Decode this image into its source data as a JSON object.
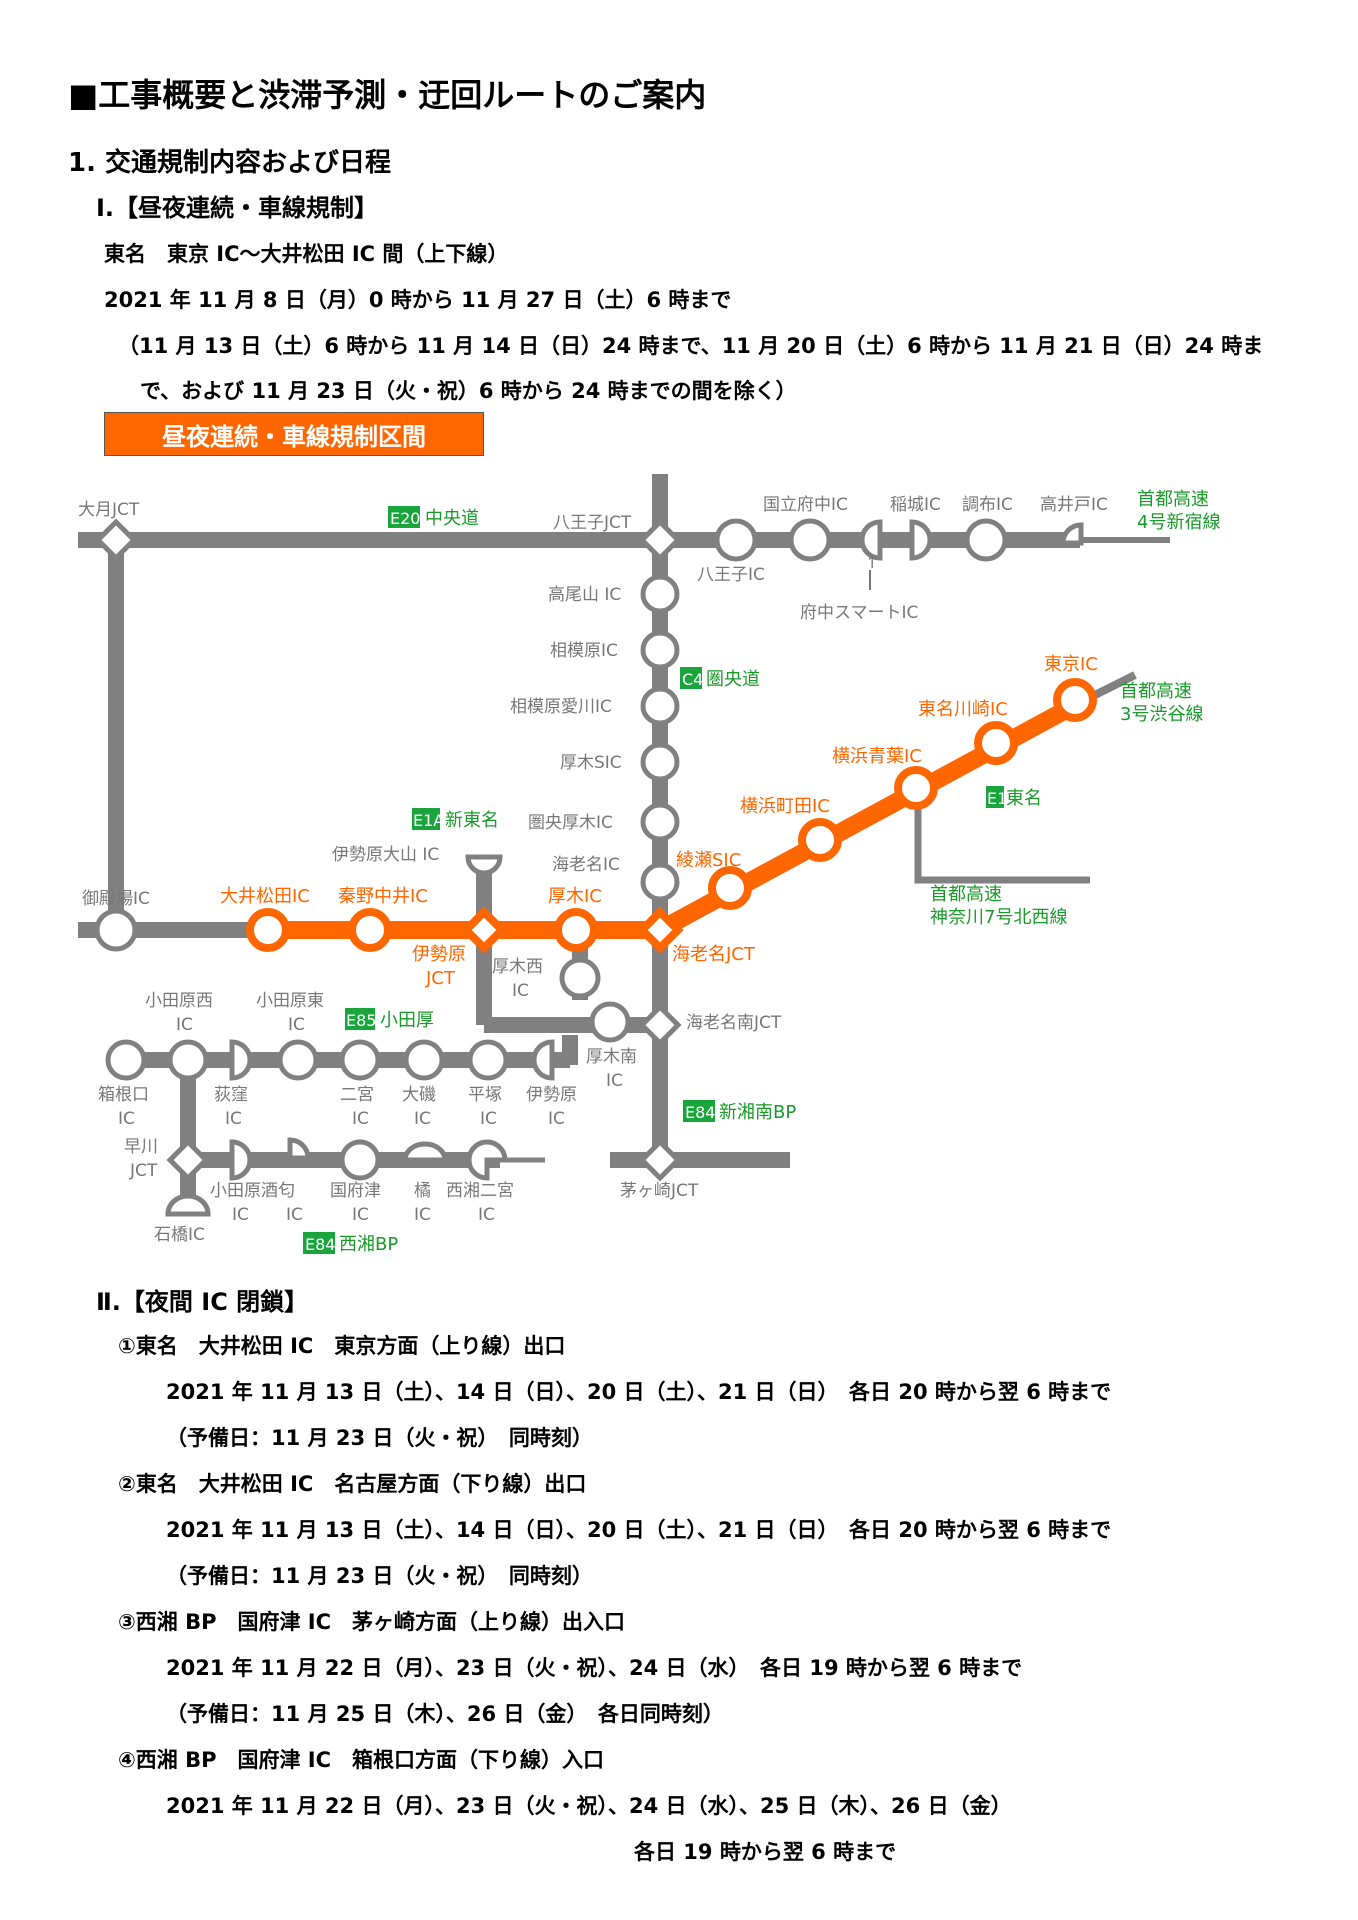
{
  "title": "■工事概要と渋滞予測・迂回ルートのご案内",
  "section1": {
    "heading": "1. 交通規制内容および日程",
    "part1": {
      "heading": "Ⅰ.【昼夜連続・車線規制】",
      "route": "東名　東京 IC～大井松田 IC 間（上下線）",
      "period": "2021 年 11 月 8 日（月）0 時から 11 月 27 日（土）6 時まで",
      "exclusion_line1": "（11 月 13 日（土）6 時から 11 月 14 日（日）24 時まで、11 月 20 日（土）6 時から 11 月 21 日（日）24 時ま",
      "exclusion_line2": "で、および 11 月 23 日（火・祝）6 時から 24 時までの間を除く）",
      "badge": "昼夜連続・車線規制区間"
    },
    "map": {
      "colors": {
        "road": "#808080",
        "restricted": "#ff6600",
        "route_label": "#1a9a2a",
        "route_badge_bg": "#1aa53c"
      },
      "routes": {
        "e20": {
          "code": "E20",
          "name": "中央道"
        },
        "c4": {
          "code": "C4",
          "name": "圏央道"
        },
        "e1": {
          "code": "E1",
          "name": "東名"
        },
        "e1a": {
          "code": "E1A",
          "name": "新東名"
        },
        "e85": {
          "code": "E85",
          "name": "小田厚"
        },
        "e84a": {
          "code": "E84",
          "name": "新湘南BP"
        },
        "e84b": {
          "code": "E84",
          "name": "西湘BP"
        }
      },
      "shuto4": {
        "l1": "首都高速",
        "l2": "4号新宿線"
      },
      "shuto3": {
        "l1": "首都高速",
        "l2": "3号渋谷線"
      },
      "shuto7": {
        "l1": "首都高速",
        "l2": "神奈川7号北西線"
      },
      "nodes": {
        "otsuki_jct": "大月JCT",
        "hachioji_jct": "八王子JCT",
        "hachioji_ic": "八王子IC",
        "kunitachi_ic": "国立府中IC",
        "inagi_ic": "稲城IC",
        "chofu_ic": "調布IC",
        "takaido_ic": "高井戸IC",
        "fuchu_smart": "府中スマートIC",
        "fuchu_arrow": "↑",
        "takaosan_ic": "高尾山 IC",
        "sagamihara_ic": "相模原IC",
        "sagamihara_aikawa_ic": "相模原愛川IC",
        "atsugi_sic": "厚木SIC",
        "kenou_atsugi_ic": "圏央厚木IC",
        "ebina_ic": "海老名IC",
        "tokyo_ic": "東京IC",
        "tomei_kawasaki_ic": "東名川崎IC",
        "yokohama_aoba_ic": "横浜青葉IC",
        "yokohama_machida_ic": "横浜町田IC",
        "ayase_sic": "綾瀬SIC",
        "isehara_oyama_ic": "伊勢原大山 IC",
        "gotemba_ic": "御殿場IC",
        "oimatsuda_ic": "大井松田IC",
        "hadano_nakai_ic": "秦野中井IC",
        "atsugi_ic": "厚木IC",
        "isehara_jct_l1": "伊勢原",
        "isehara_jct_l2": "JCT",
        "ebina_jct": "海老名JCT",
        "atsugi_nishi_l1": "厚木西",
        "atsugi_nishi_l2": "IC",
        "ebina_minami_jct": "海老名南JCT",
        "atsugi_minami_l1": "厚木南",
        "atsugi_minami_l2": "IC",
        "odawara_nishi_l1": "小田原西",
        "odawara_nishi_l2": "IC",
        "odawara_higashi_l1": "小田原東",
        "odawara_higashi_l2": "IC",
        "hakoneguchi_l1": "箱根口",
        "hakoneguchi_l2": "IC",
        "ogikubo_l1": "荻窪",
        "ogikubo_l2": "IC",
        "ninomiya_l1": "二宮",
        "ninomiya_l2": "IC",
        "oiso_l1": "大磯",
        "oiso_l2": "IC",
        "hiratsuka_l1": "平塚",
        "hiratsuka_l2": "IC",
        "isehara_ic_l1": "伊勢原",
        "isehara_ic_l2": "IC",
        "hayakawa_jct_l1": "早川",
        "hayakawa_jct_l2": "JCT",
        "ishibashi_ic": "石橋IC",
        "odawara_sakawa_l1": "小田原酒匂",
        "odawara_sakawa_l2a": "IC",
        "odawara_sakawa_l2b": "IC",
        "kozu_l1": "国府津",
        "kozu_l2": "IC",
        "tachibana_l1": "橘",
        "tachibana_l2": "IC",
        "seisho_ninomiya_l1": "西湘二宮",
        "seisho_ninomiya_l2": "IC",
        "chigasaki_jct": "茅ヶ崎JCT"
      }
    },
    "part2": {
      "heading": "Ⅱ.【夜間 IC 閉鎖】",
      "items": [
        {
          "title": "①東名　大井松田 IC　東京方面（上り線）出口",
          "line1": "2021 年 11 月 13 日（土）、14 日（日）、20 日（土）、21 日（日）　各日 20 時から翌 6 時まで",
          "line2": "（予備日：11 月 23 日（火・祝）　同時刻）"
        },
        {
          "title": "②東名　大井松田 IC　名古屋方面（下り線）出口",
          "line1": "2021 年 11 月 13 日（土）、14 日（日）、20 日（土）、21 日（日）　各日 20 時から翌 6 時まで",
          "line2": "（予備日：11 月 23 日（火・祝）　同時刻）"
        },
        {
          "title": "③西湘 BP　国府津 IC　茅ヶ崎方面（上り線）出入口",
          "line1": "2021 年 11 月 22 日（月）、23 日（火・祝）、24 日（水）　各日 19 時から翌 6 時まで",
          "line2": "（予備日：11 月 25 日（木）、26 日（金）　各日同時刻）"
        },
        {
          "title": "④西湘 BP　国府津 IC　箱根口方面（下り線）入口",
          "line1": "2021 年 11 月 22 日（月）、23 日（火・祝）、24 日（水）、25 日（木）、26 日（金）",
          "line2": "各日 19 時から翌 6 時まで"
        }
      ]
    }
  }
}
